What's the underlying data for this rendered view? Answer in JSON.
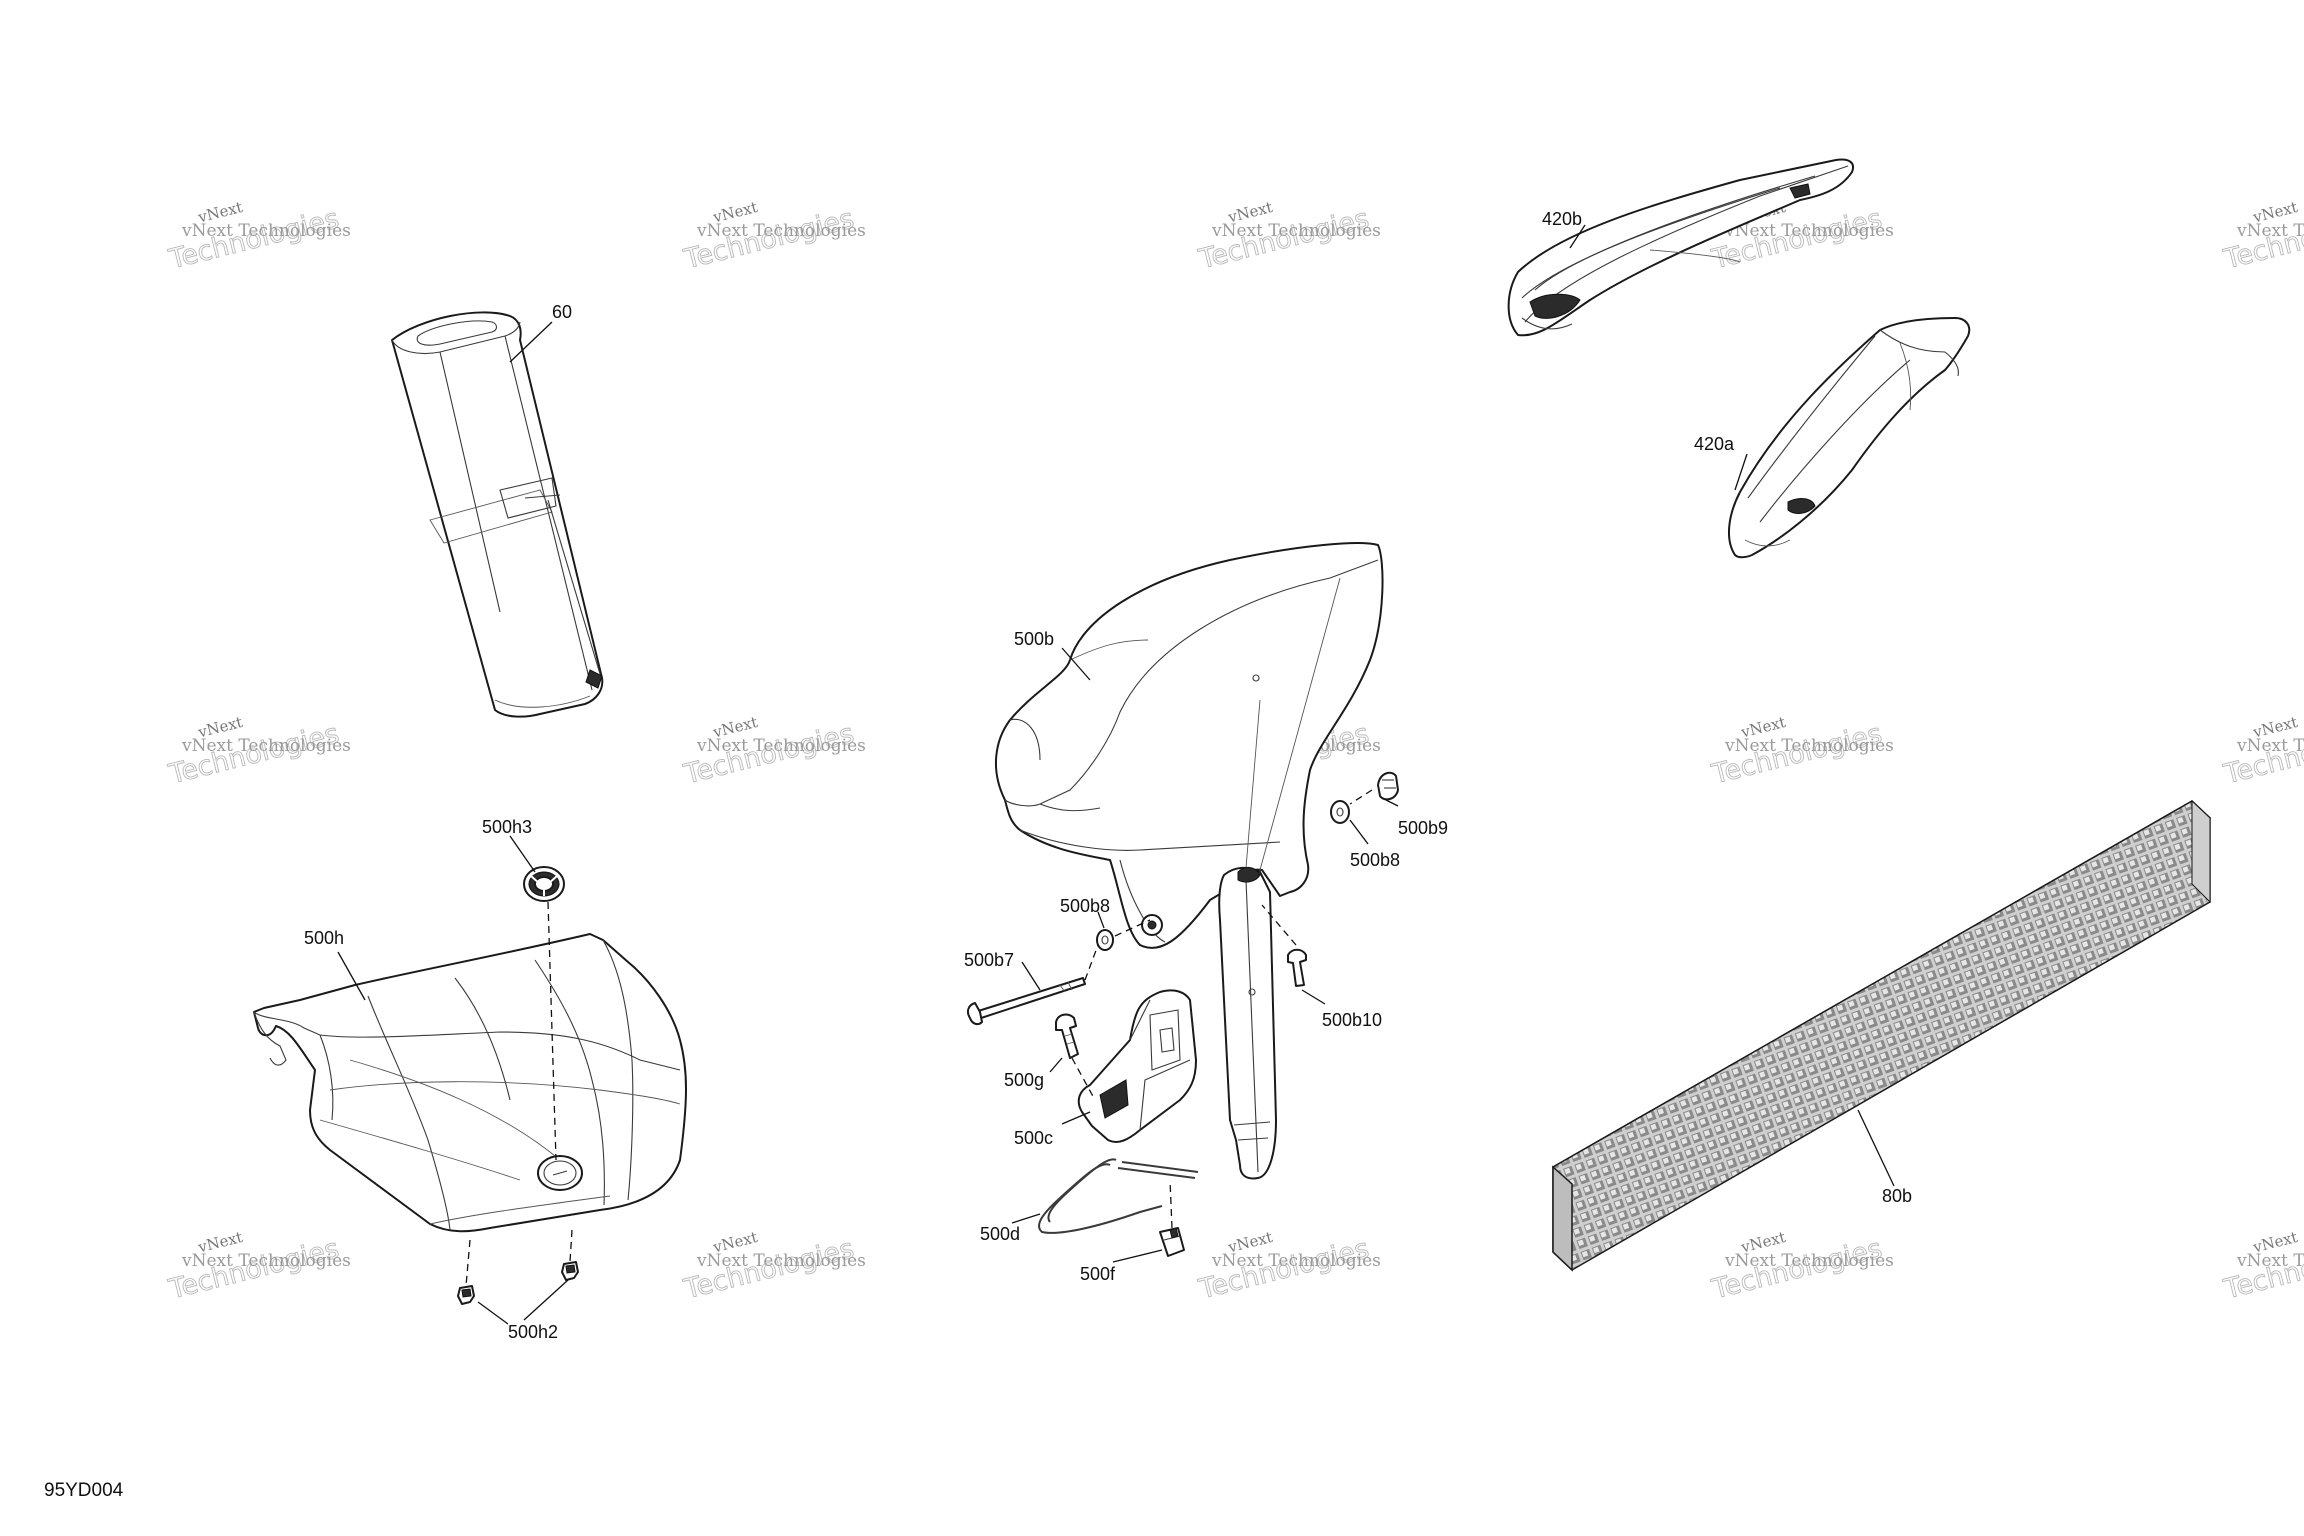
{
  "diagram": {
    "drawing_code": "95YD004",
    "watermark": {
      "line1": "vNext Technologies",
      "line2": "Technologies",
      "line3": "vNext"
    },
    "parts": [
      {
        "id": "60",
        "label": "60"
      },
      {
        "id": "420b",
        "label": "420b"
      },
      {
        "id": "420a",
        "label": "420a"
      },
      {
        "id": "500b",
        "label": "500b"
      },
      {
        "id": "500b9",
        "label": "500b9"
      },
      {
        "id": "500b8_right",
        "label": "500b8"
      },
      {
        "id": "500b8_left",
        "label": "500b8"
      },
      {
        "id": "500b7",
        "label": "500b7"
      },
      {
        "id": "500b10",
        "label": "500b10"
      },
      {
        "id": "500g",
        "label": "500g"
      },
      {
        "id": "500c",
        "label": "500c"
      },
      {
        "id": "500d",
        "label": "500d"
      },
      {
        "id": "500f",
        "label": "500f"
      },
      {
        "id": "500h3",
        "label": "500h3"
      },
      {
        "id": "500h",
        "label": "500h"
      },
      {
        "id": "500h2",
        "label": "500h2"
      },
      {
        "id": "80b",
        "label": "80b"
      }
    ]
  }
}
